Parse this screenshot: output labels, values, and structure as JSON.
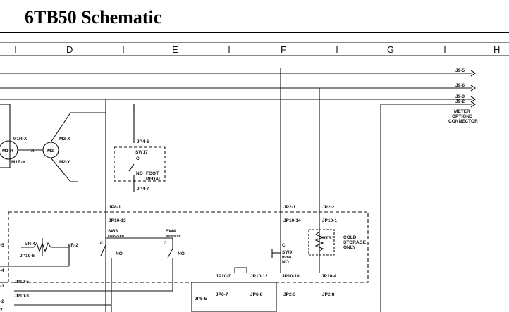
{
  "title": "6TB50 Schematic",
  "columns": [
    "D",
    "E",
    "F",
    "G",
    "H"
  ],
  "connectors_right": [
    "J9-5",
    "J9-6",
    "J9-3",
    "J9-2"
  ],
  "meter_connector": [
    "METER",
    "OPTIONS",
    "CONNECTOR"
  ],
  "motor": {
    "m1": "M1-R",
    "m1x": "M1R-X",
    "m1y": "M1R-Y",
    "m2": "M2",
    "m2x": "M2-X",
    "m2y": "M2-Y",
    "cross": "X"
  },
  "foot_pedal": {
    "top": "JP4-6",
    "sw": "SW17",
    "c": "C",
    "no": "NO",
    "label1": "FOOT",
    "label2": "PEDAL",
    "bottom": "JP4-7"
  },
  "pins": {
    "jp8_1": "JP8-1",
    "jp10_13": "JP10-13",
    "jp2_1": "JP2-1",
    "jp2_2": "JP2-2",
    "jp10_14": "JP10-14",
    "jp10_1": "JP10-1",
    "jp10_6": "JP10-6",
    "jp10_5": "JP10-5",
    "jp10_3": "JP10-3",
    "jp10_7": "JP10-7",
    "jp10_12": "JP10-12",
    "jp10_10": "JP10-10",
    "jp10_4": "JP10-4",
    "jp5_5": "JP5-5",
    "jp6_7": "JP6-7",
    "jp6_8": "JP6-8",
    "jp2_3": "JP2-3",
    "jp2_8": "JP2-8"
  },
  "switches": {
    "sw3": "SW3",
    "sw3_sub": "FORWARD",
    "sw4": "SW4",
    "sw4_sub": "REVERSE",
    "c": "C",
    "no": "NO",
    "sw9": "SW9",
    "sw9_sub": "HORN"
  },
  "vr": {
    "vr4": "VR-4",
    "vr2": "VR-2"
  },
  "heater": {
    "htr": "HTR1",
    "cold1": "COLD",
    "cold2": "STORAGE",
    "cold3": "ONLY"
  },
  "left_marks": [
    "-5",
    "-4",
    "-3",
    "-2",
    "2"
  ]
}
